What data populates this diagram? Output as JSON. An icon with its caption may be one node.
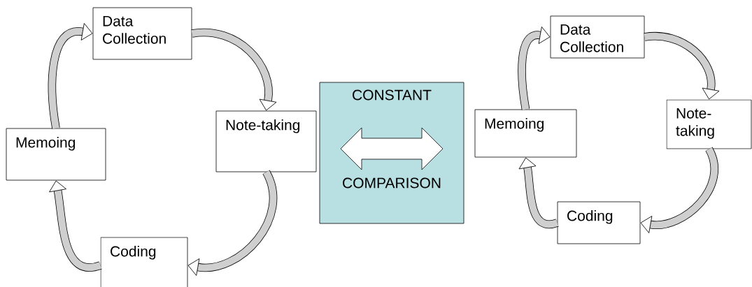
{
  "diagram": {
    "nodes": [
      {
        "text": [
          "Data Collection"
        ]
      },
      {
        "text": [
          "Note-taking"
        ]
      },
      {
        "text": [
          "Memoing"
        ]
      },
      {
        "text": [
          "Coding"
        ]
      },
      {
        "text": [
          "CONSTANT",
          "COMPARISON"
        ]
      },
      {
        "text": [
          "Data Collection"
        ]
      },
      {
        "text": [
          "Memoing"
        ]
      },
      {
        "text": [
          "Note-taking"
        ]
      },
      {
        "text": [
          "Coding"
        ]
      }
    ],
    "edges": [
      {
        "from": 0,
        "to": 1,
        "arrow": "to"
      },
      {
        "from": 1,
        "to": 3,
        "arrow": "to"
      },
      {
        "from": 3,
        "to": 2,
        "arrow": "to"
      },
      {
        "from": 2,
        "to": 0,
        "arrow": "to"
      },
      {
        "from": 6,
        "to": 5,
        "arrow": "to"
      },
      {
        "from": 5,
        "to": 7,
        "arrow": "to"
      },
      {
        "from": 7,
        "to": 8,
        "arrow": "to"
      },
      {
        "from": 8,
        "to": 6,
        "arrow": "to"
      }
    ]
  }
}
